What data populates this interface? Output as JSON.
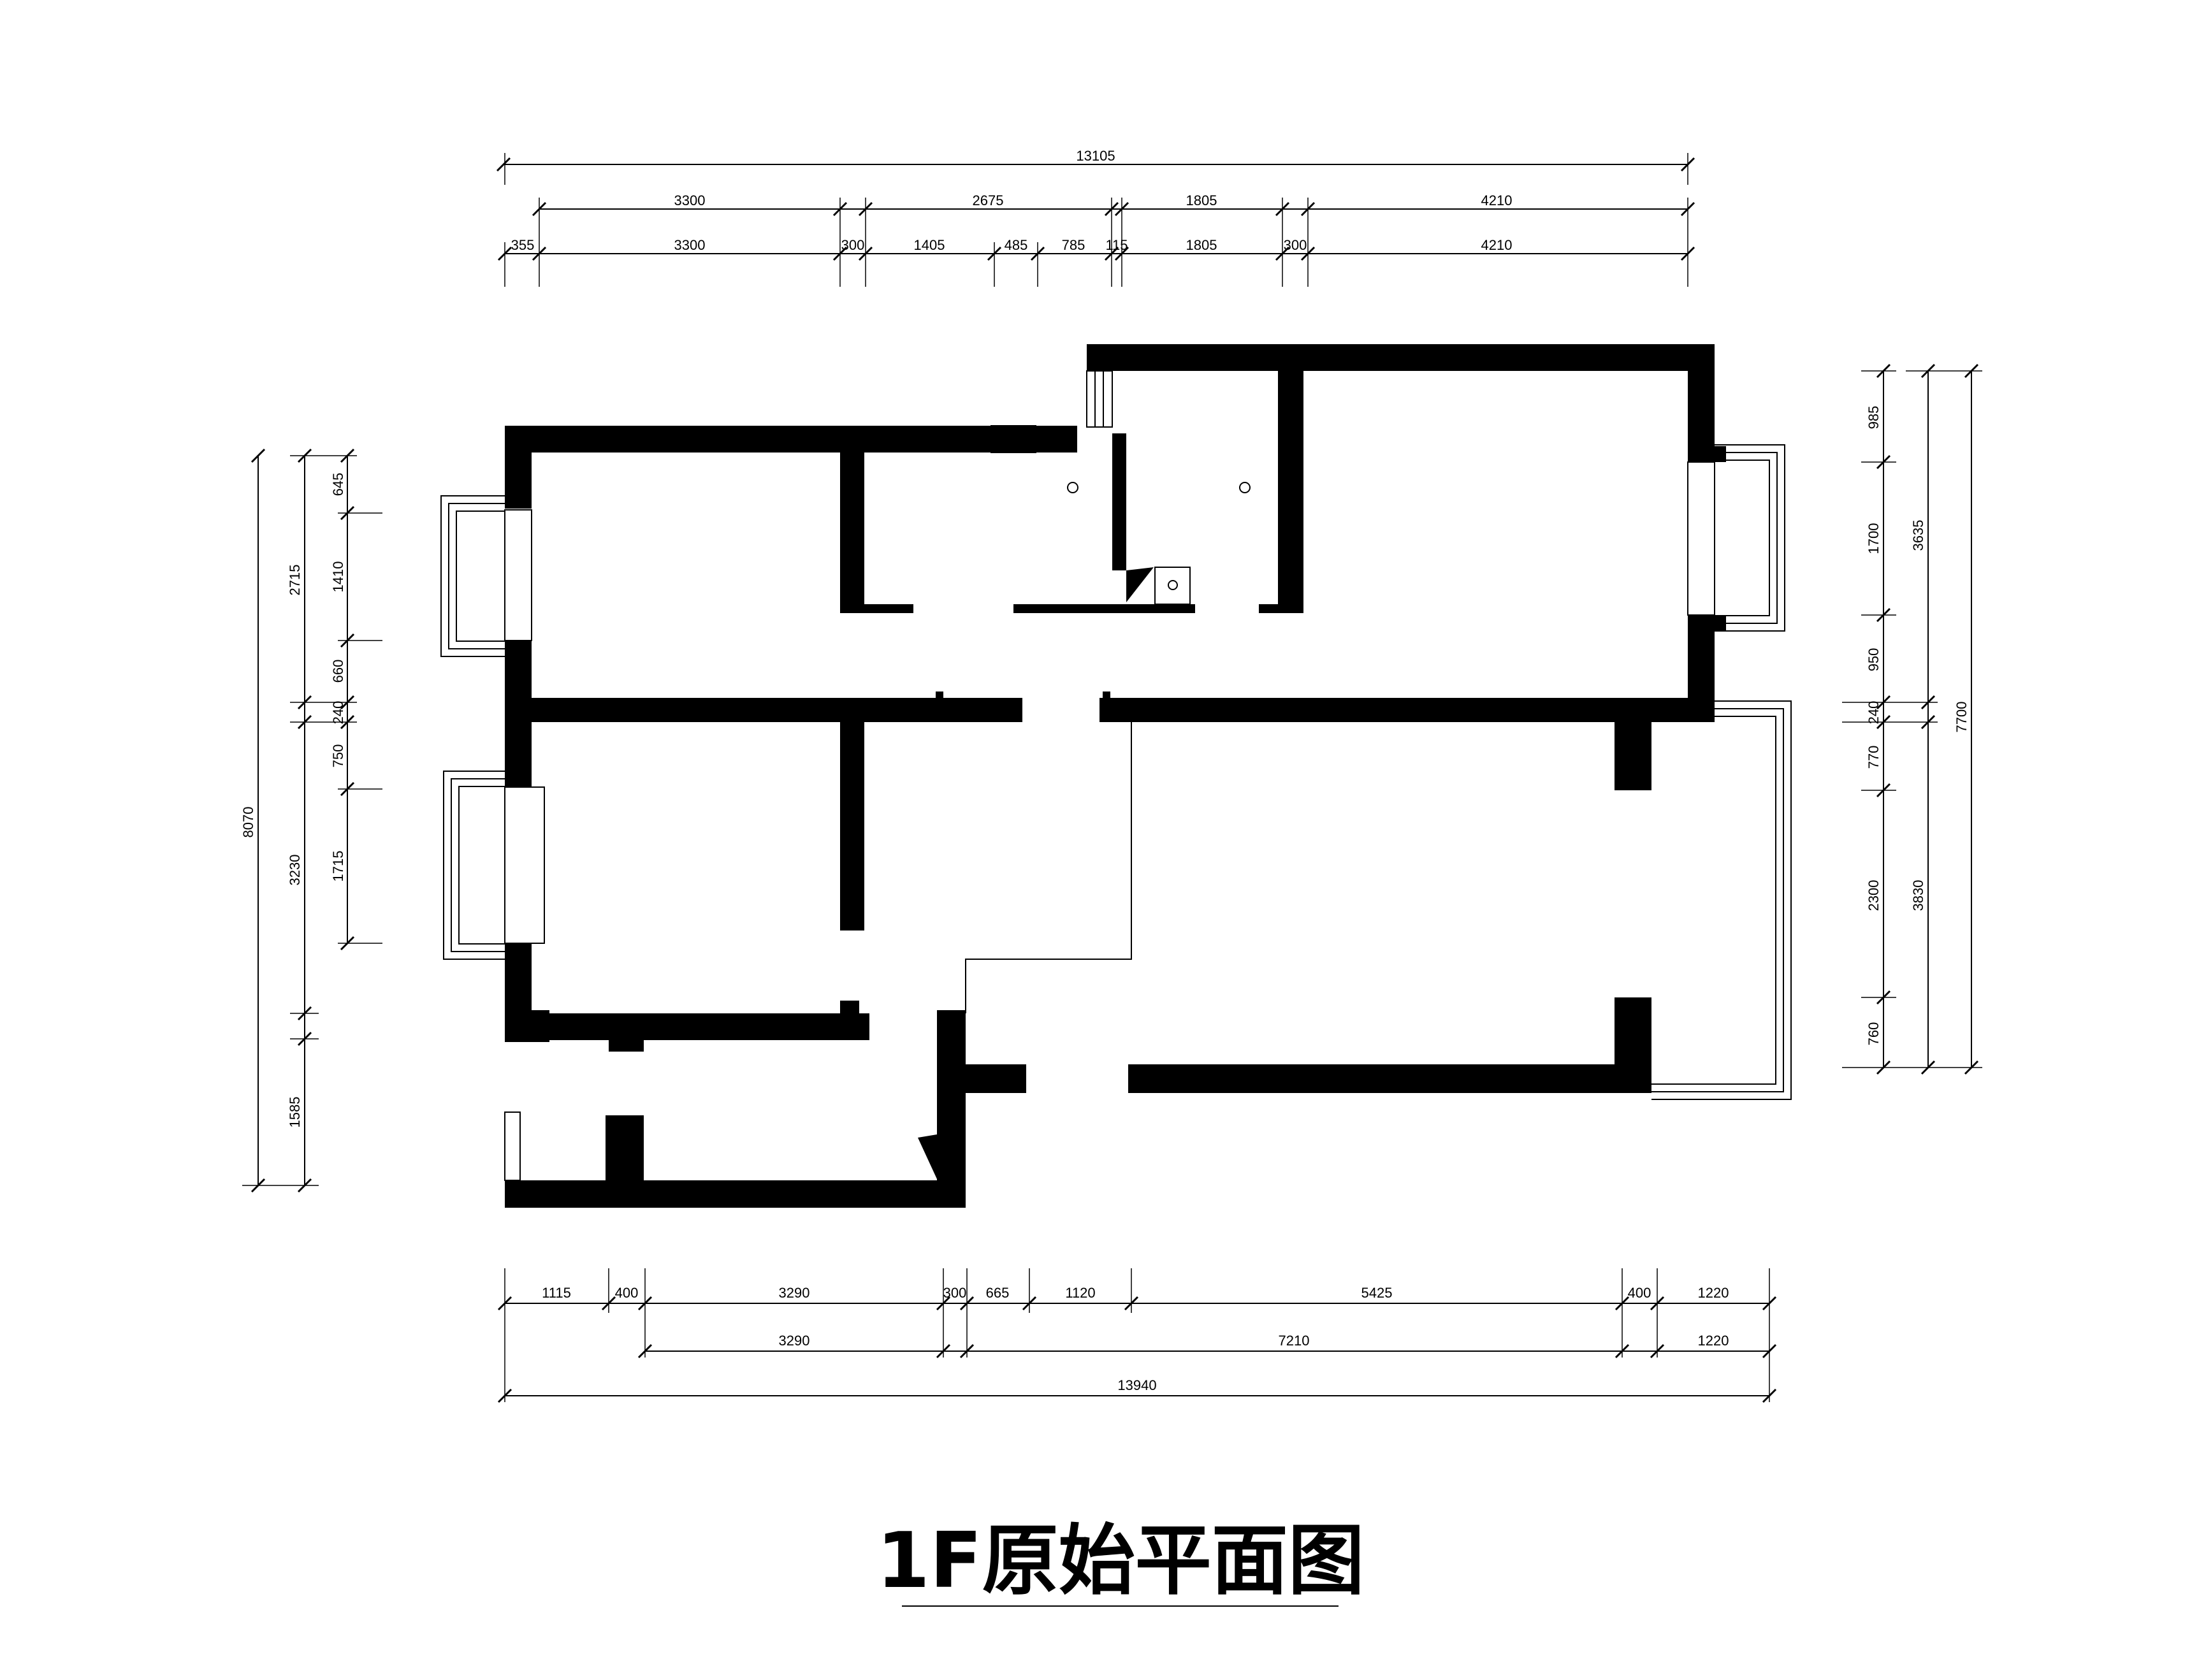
{
  "title": "1F原始平面图",
  "dimensions": {
    "top_total": "13105",
    "top_mid": [
      "3300",
      "2675",
      "1805",
      "4210"
    ],
    "top_detail": [
      "355",
      "3300",
      "300",
      "1405",
      "485",
      "785",
      "115",
      "1805",
      "300",
      "4210"
    ],
    "bottom_detail": [
      "1115",
      "400",
      "3290",
      "300",
      "665",
      "1120",
      "5425",
      "400",
      "1220"
    ],
    "bottom_mid": [
      "3290",
      "7210",
      "1220"
    ],
    "bottom_total": "13940",
    "left_total": "8070",
    "left_mid": [
      "2715",
      "3230",
      "1585"
    ],
    "left_detail": [
      "645",
      "1410",
      "660",
      "240",
      "750",
      "1715"
    ],
    "right_detail": [
      "985",
      "1700",
      "950",
      "240",
      "770",
      "2300",
      "760"
    ],
    "right_mid": [
      "3635",
      "3830"
    ],
    "right_total": "7700"
  }
}
